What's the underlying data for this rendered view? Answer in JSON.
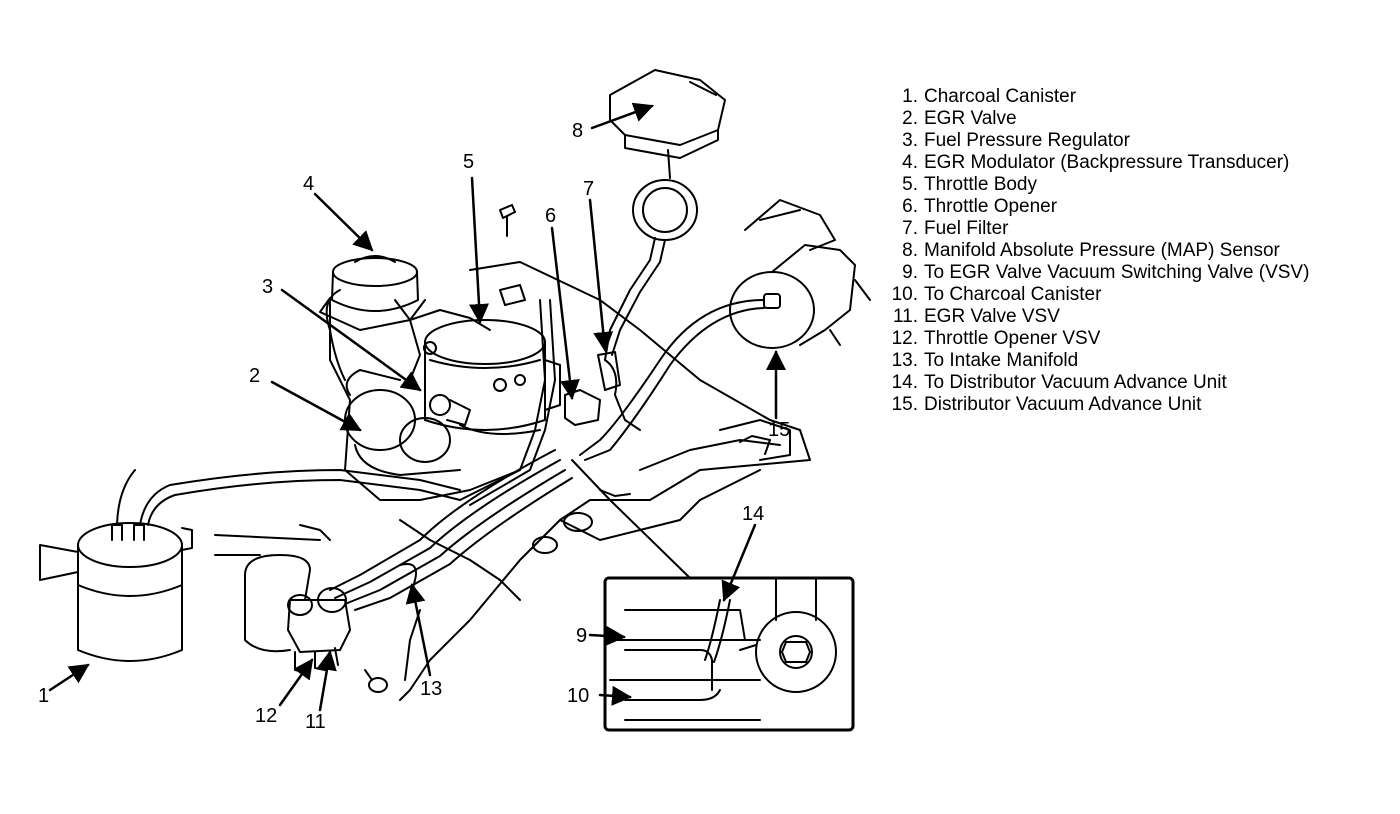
{
  "legend": [
    {
      "num": "1.",
      "text": "Charcoal Canister"
    },
    {
      "num": "2.",
      "text": "EGR Valve"
    },
    {
      "num": "3.",
      "text": "Fuel Pressure Regulator"
    },
    {
      "num": "4.",
      "text": "EGR Modulator (Backpressure Transducer)"
    },
    {
      "num": "5.",
      "text": "Throttle Body"
    },
    {
      "num": "6.",
      "text": "Throttle Opener"
    },
    {
      "num": "7.",
      "text": "Fuel Filter"
    },
    {
      "num": "8.",
      "text": "Manifold Absolute Pressure (MAP) Sensor"
    },
    {
      "num": "9.",
      "text": "To EGR Valve Vacuum Switching Valve (VSV)"
    },
    {
      "num": "10.",
      "text": "To Charcoal Canister"
    },
    {
      "num": "11.",
      "text": "EGR Valve VSV"
    },
    {
      "num": "12.",
      "text": "Throttle Opener VSV"
    },
    {
      "num": "13.",
      "text": "To Intake Manifold"
    },
    {
      "num": "14.",
      "text": "To Distributor Vacuum Advance Unit"
    },
    {
      "num": "15.",
      "text": "Distributor Vacuum Advance Unit"
    }
  ],
  "callouts": {
    "c1": "1",
    "c2": "2",
    "c3": "3",
    "c4": "4",
    "c5": "5",
    "c6": "6",
    "c7": "7",
    "c8": "8",
    "c9": "9",
    "c10": "10",
    "c11": "11",
    "c12": "12",
    "c13": "13",
    "c14": "14",
    "c15": "15"
  }
}
